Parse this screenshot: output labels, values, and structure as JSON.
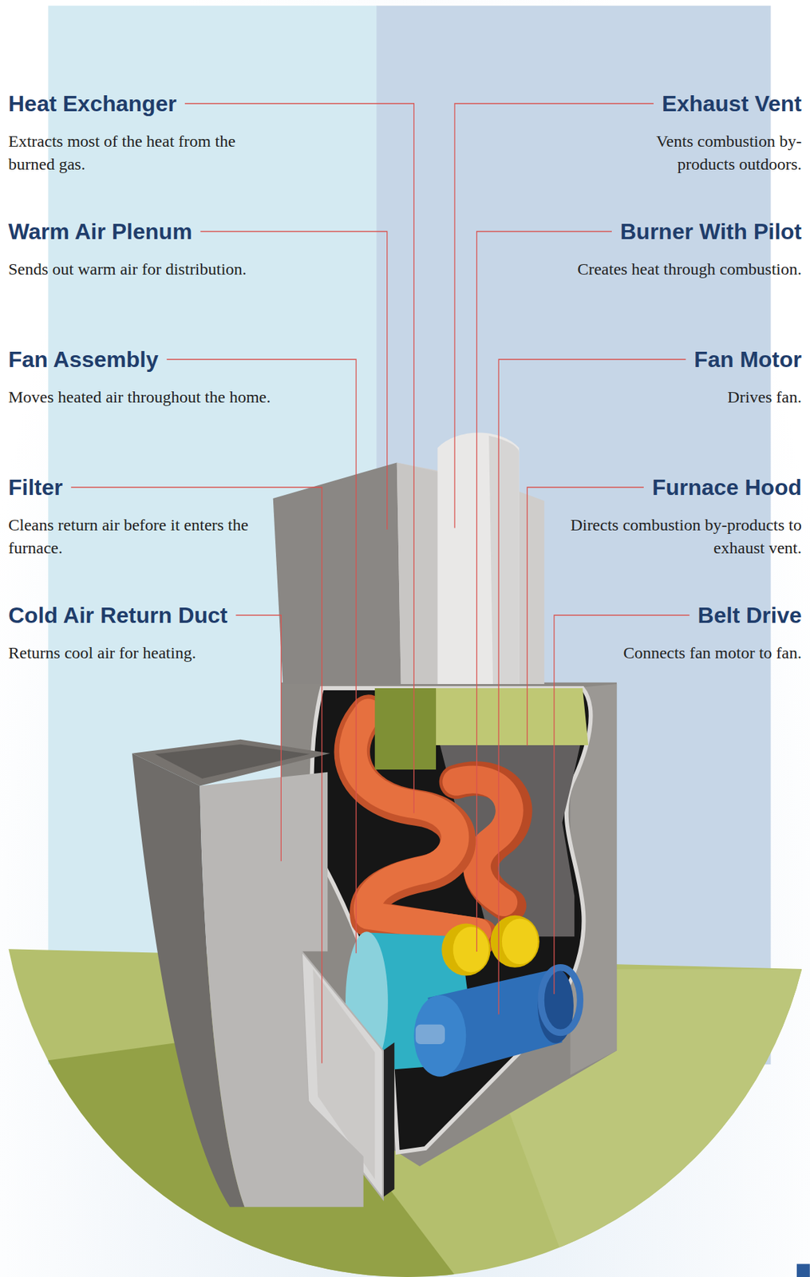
{
  "diagram": {
    "labels": [
      "Heat Exchanger",
      "Extracts most of the heat from the burned gas.",
      "Exhaust Vent",
      "Vents combustion by-products outdoors.",
      "Warm Air Plenum",
      "Sends out warm air for distribution.",
      "Burner With Pilot",
      "Creates heat through combustion.",
      "Fan Assembly",
      "Moves heated air throughout the home.",
      "Fan Motor",
      "Drives fan.",
      "Filter",
      "Cleans return air before it enters the furnace.",
      "Furnace Hood",
      "Directs combustion by-products to exhaust vent.",
      "Cold Air Return Duct",
      "Returns cool air for heating.",
      "Belt Drive",
      "Connects fan motor to fan."
    ]
  }
}
